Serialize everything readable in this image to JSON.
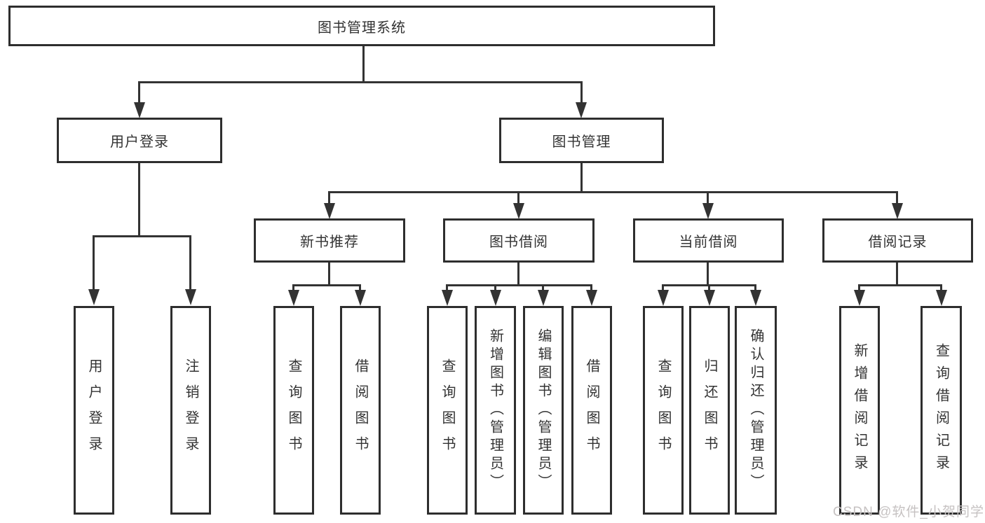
{
  "diagram": {
    "root_label": "图书管理系统",
    "branches": [
      {
        "label": "用户登录",
        "children": [
          "用户登录",
          "注销登录"
        ]
      },
      {
        "label": "图书管理",
        "modules": [
          {
            "label": "新书推荐",
            "children": [
              "查询图书",
              "借阅图书"
            ]
          },
          {
            "label": "图书借阅",
            "children": [
              "查询图书",
              "新增图书（管理员）",
              "编辑图书（管理员）",
              "借阅图书"
            ]
          },
          {
            "label": "当前借阅",
            "children": [
              "查询图书",
              "归还图书",
              "确认归还（管理员）"
            ]
          },
          {
            "label": "借阅记录",
            "children": [
              "新增借阅记录",
              "查询借阅记录"
            ]
          }
        ]
      }
    ],
    "colors": {
      "line": "#333333",
      "box_border": "#2e2e2e",
      "box_background": "#ffffff",
      "text": "#333333",
      "watermark": "#c6c2c2",
      "background": "#ffffff"
    }
  },
  "watermark": {
    "text": "CSDN @软件_小贺同学"
  }
}
